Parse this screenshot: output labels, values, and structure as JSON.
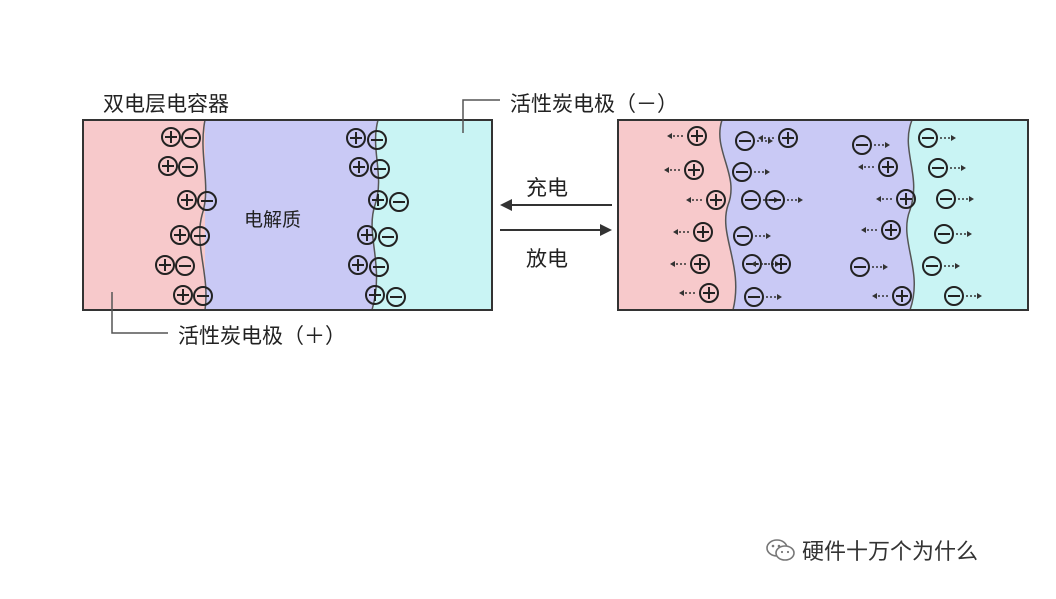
{
  "diagram": {
    "title": "双电层电容器",
    "negative_electrode_label": "活性炭电极（－）",
    "positive_electrode_label": "活性炭电极（＋）",
    "electrolyte_label": "电解质",
    "charge_label": "充电",
    "discharge_label": "放电",
    "plus_symbol": "+",
    "minus_symbol": "−"
  },
  "watermark": {
    "text": "硬件十万个为什么",
    "icon": "wechat-icon"
  },
  "colors": {
    "electrode_pink": "#f7c9cb",
    "electrolyte_lavender": "#c9c9f5",
    "electrode_cyan": "#c9f4f4",
    "line": "#333333"
  }
}
